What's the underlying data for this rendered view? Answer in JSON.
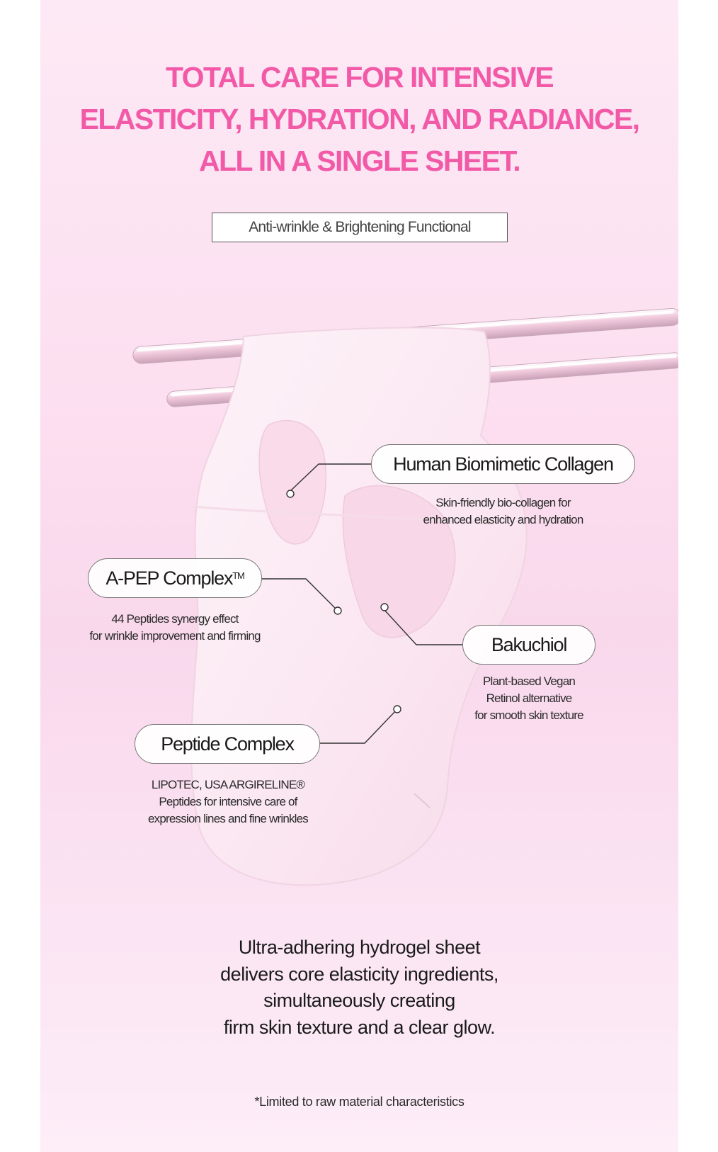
{
  "colors": {
    "headline": "#f25aa8",
    "background_top": "#fde9f5",
    "background_mid": "#f9d8ec",
    "text": "#1a1a1a"
  },
  "headline": {
    "lines": [
      "TOTAL CARE FOR INTENSIVE",
      "ELASTICITY, HYDRATION, AND RADIANCE,",
      "ALL IN A SINGLE SHEET."
    ]
  },
  "badge": {
    "label": "Anti-wrinkle & Brightening Functional"
  },
  "illustration": {
    "icons": [
      "hydrogel-sheet-mask-icon",
      "glass-rod-icon"
    ]
  },
  "ingredients": {
    "collagen": {
      "label": "Human Biomimetic Collagen",
      "desc": [
        "Skin-friendly bio-collagen for",
        "enhanced elasticity and hydration"
      ]
    },
    "apep": {
      "label": "A-PEP Complex",
      "trademark": "TM",
      "desc": [
        "44 Peptides synergy effect",
        "for wrinkle improvement and firming"
      ]
    },
    "bakuchiol": {
      "label": "Bakuchiol",
      "desc": [
        "Plant-based Vegan",
        "Retinol alternative",
        "for smooth skin texture"
      ]
    },
    "peptide": {
      "label": "Peptide Complex",
      "desc": [
        "LIPOTEC, USA ARGIRELINE®",
        "Peptides for intensive care of",
        "expression lines and fine wrinkles"
      ]
    }
  },
  "body": {
    "lines": [
      "Ultra-adhering hydrogel sheet",
      "delivers core elasticity ingredients,",
      "simultaneously creating",
      "firm skin texture and a clear glow."
    ]
  },
  "footnote": "*Limited to raw material characteristics"
}
